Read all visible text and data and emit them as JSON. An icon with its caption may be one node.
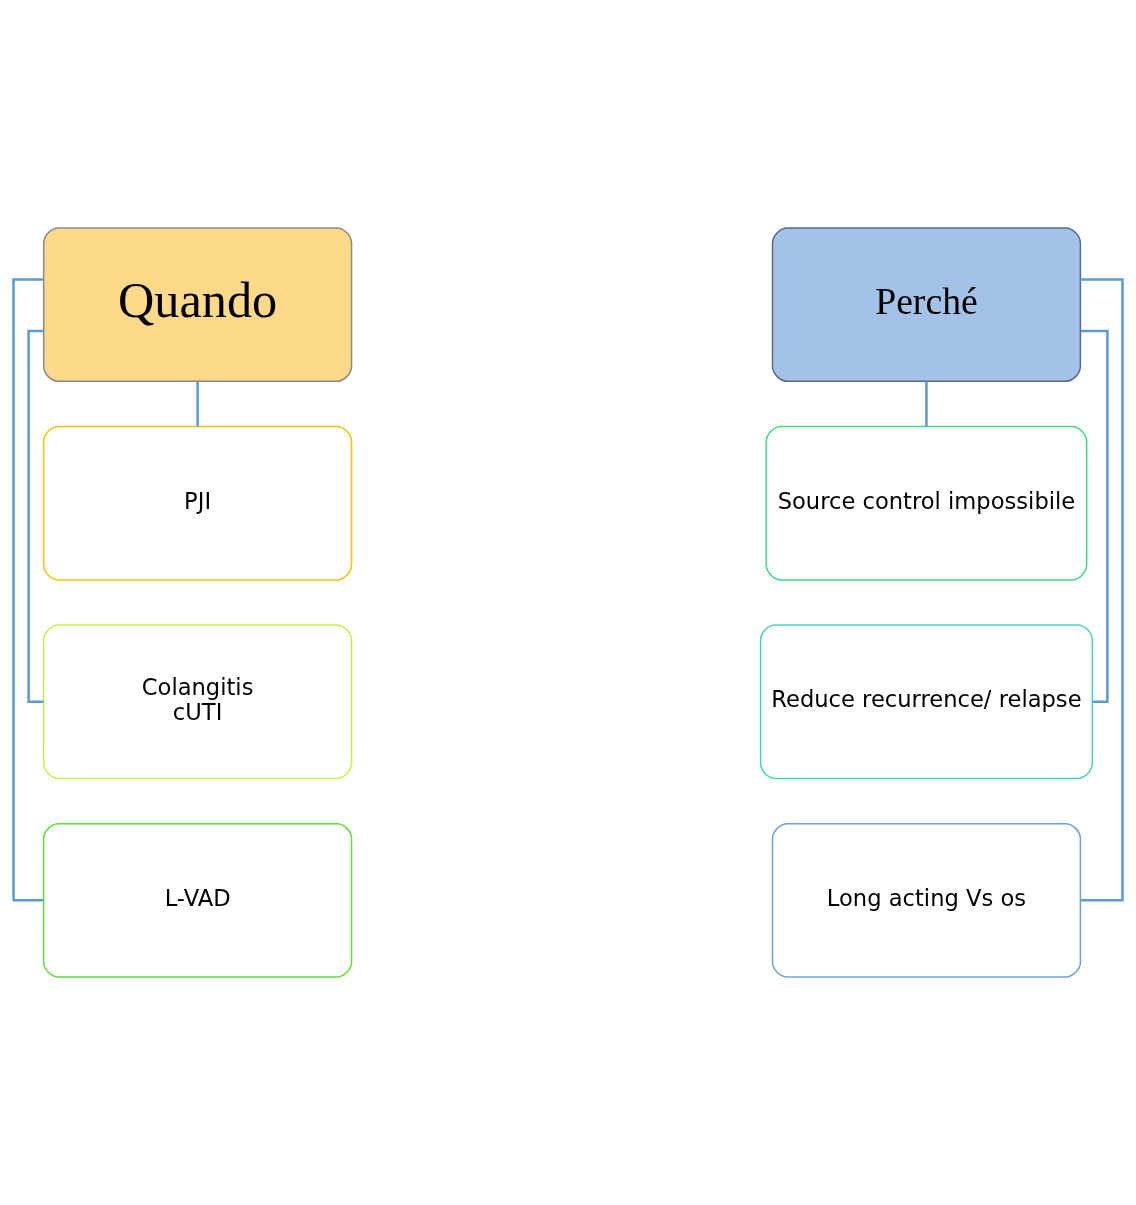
{
  "diagram": {
    "nodes": [
      {
        "text": [
          "Quando"
        ]
      },
      {
        "text": [
          "PJI"
        ]
      },
      {
        "text": [
          "Colangitis",
          "cUTI"
        ]
      },
      {
        "text": [
          "L-VAD"
        ]
      },
      {
        "text": [
          "Perché"
        ]
      },
      {
        "text": [
          "Source control impossibile"
        ]
      },
      {
        "text": [
          "Reduce recurrence/ relapse"
        ]
      },
      {
        "text": [
          "Long acting Vs os"
        ]
      }
    ],
    "edges": [
      {
        "from": 0,
        "to": 1,
        "arrow": "none"
      },
      {
        "from": 0,
        "to": 2,
        "arrow": "none"
      },
      {
        "from": 0,
        "to": 3,
        "arrow": "none"
      },
      {
        "from": 4,
        "to": 5,
        "arrow": "none"
      },
      {
        "from": 4,
        "to": 6,
        "arrow": "none"
      },
      {
        "from": 4,
        "to": 7,
        "arrow": "none"
      }
    ]
  }
}
